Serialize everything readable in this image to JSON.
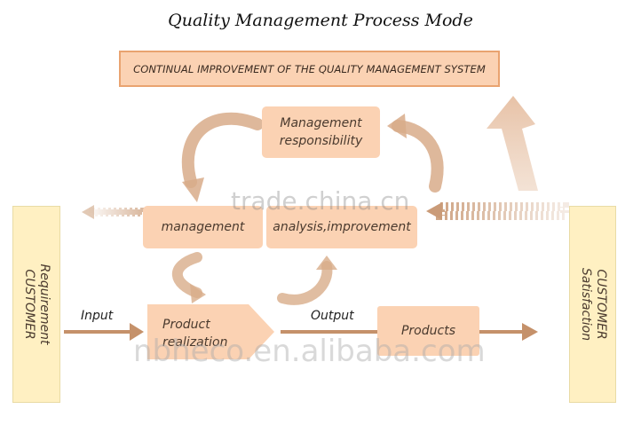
{
  "title": "Quality Management Process Mode",
  "continual_box": "CONTINUAL IMPROVEMENT OF THE QUALITY MANAGEMENT SYSTEM",
  "boxes": {
    "management_responsibility": [
      "Management",
      "responsibility"
    ],
    "management": "management",
    "analysis": "analysis,improvement",
    "product_realization": [
      "Product",
      "realization"
    ],
    "products": "Products"
  },
  "left_side": {
    "line1": "Requirement",
    "line2": "CUSTOMER"
  },
  "right_side": {
    "line1": "CUSTOMER",
    "line2": "Satisfaction"
  },
  "flow_labels": {
    "input": "Input",
    "output": "Output"
  },
  "watermarks": {
    "center": "trade.china.cn",
    "bottom": "nbheco.en.alibaba.com"
  },
  "colors": {
    "box_fill": "#fbd2b3",
    "box_border": "#e9a370",
    "arrow": "#c5916a",
    "side_fill": "#fff0c2"
  }
}
